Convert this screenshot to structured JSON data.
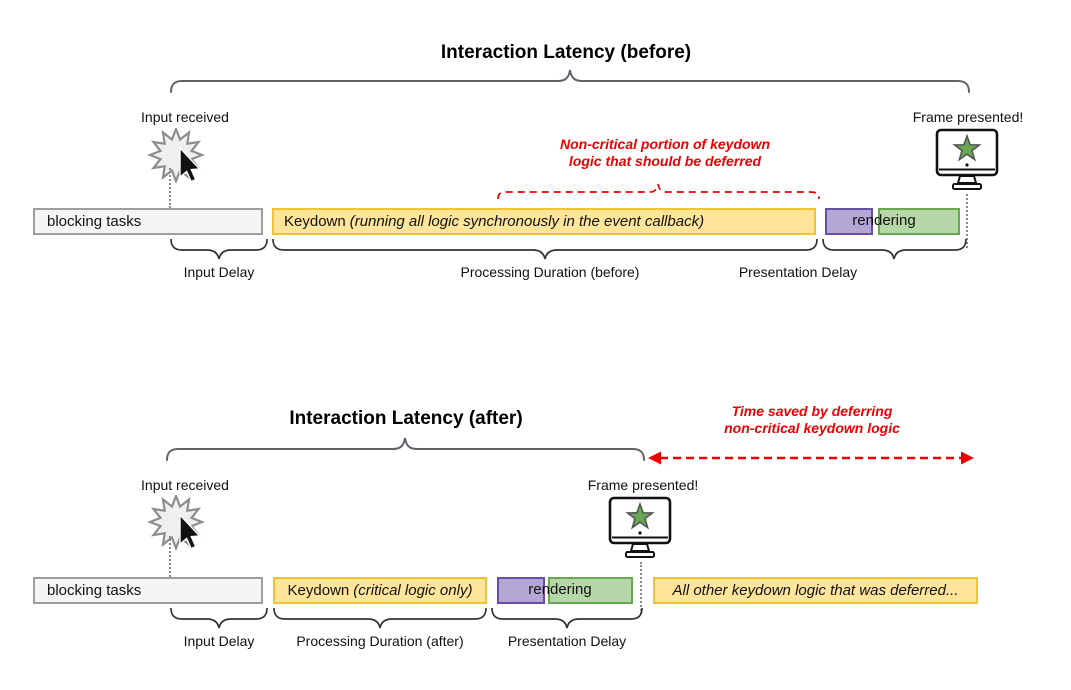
{
  "diagram_before": {
    "title": "Interaction Latency (before)",
    "input_label": "Input received",
    "frame_label": "Frame presented!",
    "note_line1": "Non-critical portion of keydown",
    "note_line2": "logic that should be deferred",
    "bar_blocking": "blocking tasks",
    "bar_keydown_prefix": "Keydown",
    "bar_keydown_detail": "(running all logic synchronously in the event callback)",
    "bar_rendering": "rendering",
    "label_input_delay": "Input Delay",
    "label_processing": "Processing Duration (before)",
    "label_presentation": "Presentation Delay"
  },
  "diagram_after": {
    "title": "Interaction Latency (after)",
    "note_line1": "Time saved by deferring",
    "note_line2": "non-critical keydown logic",
    "input_label": "Input received",
    "frame_label": "Frame presented!",
    "bar_blocking": "blocking tasks",
    "bar_keydown_prefix": "Keydown",
    "bar_keydown_detail": "(critical logic only)",
    "bar_rendering": "rendering",
    "bar_deferred": "All other keydown logic that was deferred...",
    "label_input_delay": "Input Delay",
    "label_processing": "Processing Duration (after)",
    "label_presentation": "Presentation Delay"
  },
  "colors": {
    "task_gray": "#f5f5f5",
    "task_gray_border": "#9e9e9e",
    "task_yellow": "#ffe599",
    "task_yellow_border": "#f1c232",
    "task_purple": "#b4a7d6",
    "task_purple_border": "#674ea7",
    "task_green": "#b6d7a8",
    "task_green_border": "#6aa84f",
    "annotation_red": "#ef0000"
  },
  "icons": {
    "input": "click-starburst-icon",
    "cursor": "mouse-cursor-icon",
    "frame": "monitor-with-star-icon"
  }
}
